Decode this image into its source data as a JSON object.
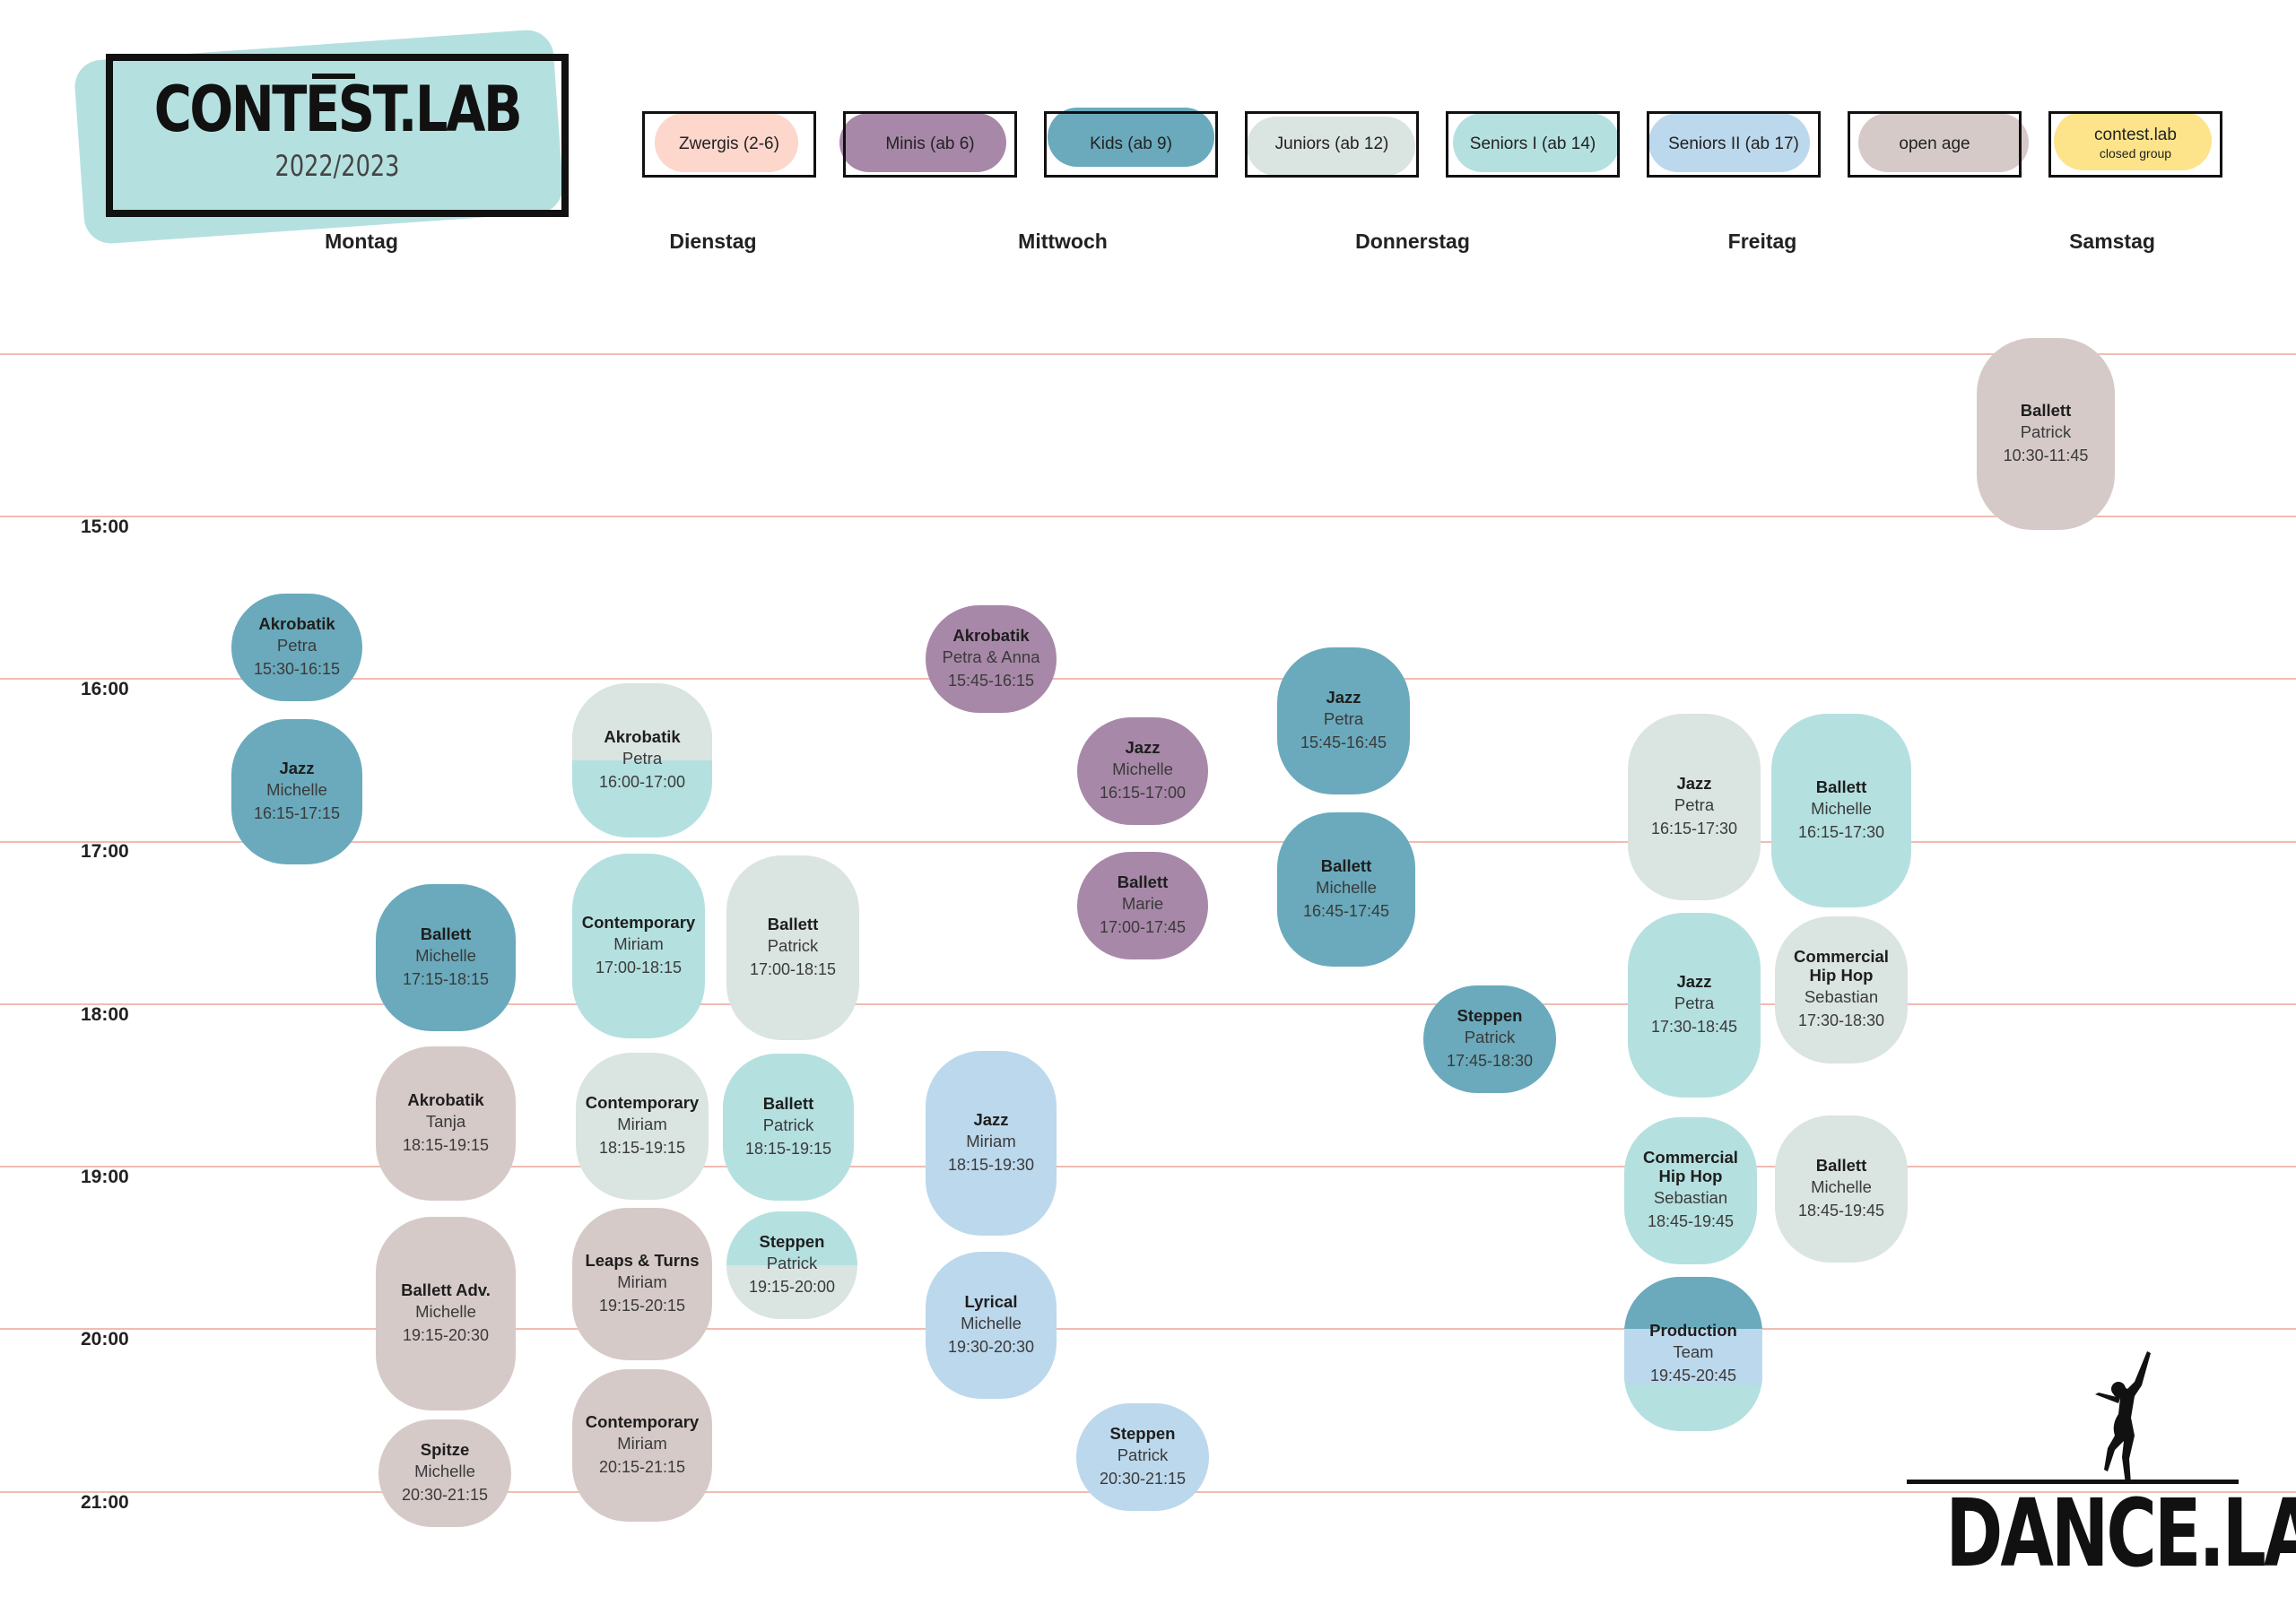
{
  "logo": {
    "title": "CONTEST.LAB",
    "year": "2022/2023"
  },
  "legend": [
    {
      "label": "Zwergis (2-6)",
      "color": "#fdd6cc"
    },
    {
      "label": "Minis (ab 6)",
      "color": "#a888a8"
    },
    {
      "label": "Kids (ab 9)",
      "color": "#6aaabc"
    },
    {
      "label": "Juniors (ab 12)",
      "color": "#dae4e0"
    },
    {
      "label": "Seniors I (ab 14)",
      "color": "#b5e0e0"
    },
    {
      "label": "Seniors II (ab 17)",
      "color": "#bcd8ec"
    },
    {
      "label": "open age",
      "color": "#d6cac8"
    },
    {
      "label": "contest.lab",
      "sublabel": "closed group",
      "color": "#fde48a"
    }
  ],
  "days": [
    "Montag",
    "Dienstag",
    "Mittwoch",
    "Donnerstag",
    "Freitag",
    "Samstag"
  ],
  "times": [
    "15:00",
    "16:00",
    "17:00",
    "18:00",
    "19:00",
    "20:00",
    "21:00"
  ],
  "classes": [
    {
      "name": "Ballett",
      "person": "Patrick",
      "time": "10:30-11:45",
      "color": "#d6cac8"
    },
    {
      "name": "Akrobatik",
      "person": "Petra",
      "time": "15:30-16:15",
      "color": "#6aaabc"
    },
    {
      "name": "Jazz",
      "person": "Michelle",
      "time": "16:15-17:15",
      "color": "#6aaabc"
    },
    {
      "name": "Ballett",
      "person": "Michelle",
      "time": "17:15-18:15",
      "color": "#6aaabc"
    },
    {
      "name": "Akrobatik",
      "person": "Tanja",
      "time": "18:15-19:15",
      "color": "#d6cac8"
    },
    {
      "name": "Ballett Adv.",
      "person": "Michelle",
      "time": "19:15-20:30",
      "color": "#d6cac8"
    },
    {
      "name": "Spitze",
      "person": "Michelle",
      "time": "20:30-21:15",
      "color": "#d6cac8"
    },
    {
      "name": "Akrobatik",
      "person": "Petra",
      "time": "16:00-17:00",
      "color": "#dae4e0",
      "color2": "#b5e0e0"
    },
    {
      "name": "Contemporary",
      "person": "Miriam",
      "time": "17:00-18:15",
      "color": "#b5e0e0"
    },
    {
      "name": "Contemporary",
      "person": "Miriam",
      "time": "18:15-19:15",
      "color": "#dae4e0"
    },
    {
      "name": "Leaps & Turns",
      "person": "Miriam",
      "time": "19:15-20:15",
      "color": "#d6cac8"
    },
    {
      "name": "Contemporary",
      "person": "Miriam",
      "time": "20:15-21:15",
      "color": "#d6cac8"
    },
    {
      "name": "Ballett",
      "person": "Patrick",
      "time": "17:00-18:15",
      "color": "#dae4e0"
    },
    {
      "name": "Ballett",
      "person": "Patrick",
      "time": "18:15-19:15",
      "color": "#b5e0e0"
    },
    {
      "name": "Steppen",
      "person": "Patrick",
      "time": "19:15-20:00",
      "color": "#b5e0e0",
      "color2": "#dae4e0"
    },
    {
      "name": "Akrobatik",
      "person": "Petra & Anna",
      "time": "15:45-16:15",
      "color": "#a888a8"
    },
    {
      "name": "Jazz",
      "person": "Miriam",
      "time": "18:15-19:30",
      "color": "#bcd8ec"
    },
    {
      "name": "Lyrical",
      "person": "Michelle",
      "time": "19:30-20:30",
      "color": "#bcd8ec"
    },
    {
      "name": "Jazz",
      "person": "Michelle",
      "time": "16:15-17:00",
      "color": "#a888a8"
    },
    {
      "name": "Ballett",
      "person": "Marie",
      "time": "17:00-17:45",
      "color": "#a888a8"
    },
    {
      "name": "Steppen",
      "person": "Patrick",
      "time": "20:30-21:15",
      "color": "#bcd8ec"
    },
    {
      "name": "Jazz",
      "person": "Petra",
      "time": "15:45-16:45",
      "color": "#6aaabc"
    },
    {
      "name": "Ballett",
      "person": "Michelle",
      "time": "16:45-17:45",
      "color": "#6aaabc"
    },
    {
      "name": "Steppen",
      "person": "Patrick",
      "time": "17:45-18:30",
      "color": "#6aaabc"
    },
    {
      "name": "Jazz",
      "person": "Petra",
      "time": "16:15-17:30",
      "color": "#dae4e0"
    },
    {
      "name": "Jazz",
      "person": "Petra",
      "time": "17:30-18:45",
      "color": "#b5e0e0"
    },
    {
      "name": "Commercial Hip Hop",
      "person": "Sebastian",
      "time": "18:45-19:45",
      "color": "#b5e0e0"
    },
    {
      "name": "Production",
      "person": "Team",
      "time": "19:45-20:45",
      "color": "#6aaabc",
      "color2": "#bcd8ec",
      "color3": "#b5e0e0"
    },
    {
      "name": "Ballett",
      "person": "Michelle",
      "time": "16:15-17:30",
      "color": "#b5e0e0"
    },
    {
      "name": "Commercial Hip Hop",
      "person": "Sebastian",
      "time": "17:30-18:30",
      "color": "#dae4e0"
    },
    {
      "name": "Ballett",
      "person": "Michelle",
      "time": "18:45-19:45",
      "color": "#dae4e0"
    }
  ],
  "brand": {
    "text": "DANCE.LAB"
  }
}
